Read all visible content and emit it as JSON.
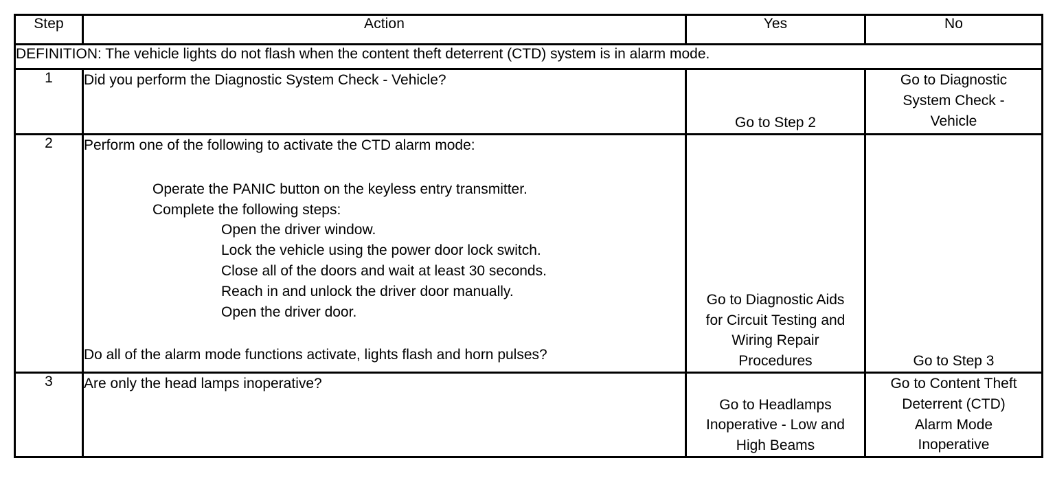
{
  "table": {
    "headers": {
      "step": "Step",
      "action": "Action",
      "yes": "Yes",
      "no": "No"
    },
    "definition": "DEFINITION: The vehicle lights do not flash when the content theft deterrent (CTD) system is in alarm mode.",
    "rows": [
      {
        "step": "1",
        "action_lines": [
          {
            "level": 0,
            "text": "Did you perform the Diagnostic System Check - Vehicle?"
          }
        ],
        "yes": "Go to Step 2",
        "yes_align": "bottom",
        "no": "Go to Diagnostic System Check - Vehicle",
        "no_lines": [
          "Go to Diagnostic",
          "System Check -",
          "Vehicle"
        ],
        "no_align": "top"
      },
      {
        "step": "2",
        "action_lines": [
          {
            "level": 0,
            "text": "Perform one of the following to activate the CTD alarm mode:"
          },
          {
            "level": 1,
            "text": "Operate the PANIC button on the keyless entry transmitter."
          },
          {
            "level": 1,
            "text": "Complete the following steps:"
          },
          {
            "level": 2,
            "text": "Open the driver window."
          },
          {
            "level": 2,
            "text": "Lock the vehicle using the power door lock switch."
          },
          {
            "level": 2,
            "text": "Close all of the doors and wait at least 30 seconds."
          },
          {
            "level": 2,
            "text": "Reach in and unlock the driver door manually."
          },
          {
            "level": 2,
            "text": "Open the driver door."
          },
          {
            "level": 0,
            "text": "Do all of the alarm mode functions activate, lights flash and horn pulses?"
          }
        ],
        "yes": "Go to Diagnostic Aids for Circuit Testing and Wiring Repair Procedures",
        "yes_lines": [
          "Go to Diagnostic Aids",
          "for Circuit Testing and",
          "Wiring Repair",
          "Procedures"
        ],
        "yes_align": "bottom",
        "no": "Go to Step 3",
        "no_align": "bottom"
      },
      {
        "step": "3",
        "action_lines": [
          {
            "level": 0,
            "text": "Are only the head lamps inoperative?"
          }
        ],
        "yes": "Go to Headlamps Inoperative - Low and High Beams",
        "yes_lines": [
          "Go to Headlamps",
          "Inoperative - Low and",
          "High Beams"
        ],
        "yes_align": "bottom",
        "no": "Go to Content Theft Deterrent (CTD) Alarm Mode Inoperative",
        "no_lines": [
          "Go to Content Theft",
          "Deterrent (CTD)",
          "Alarm Mode",
          "Inoperative"
        ],
        "no_align": "top"
      }
    ]
  },
  "colors": {
    "border": "#000000",
    "background": "#ffffff",
    "text": "#000000"
  }
}
